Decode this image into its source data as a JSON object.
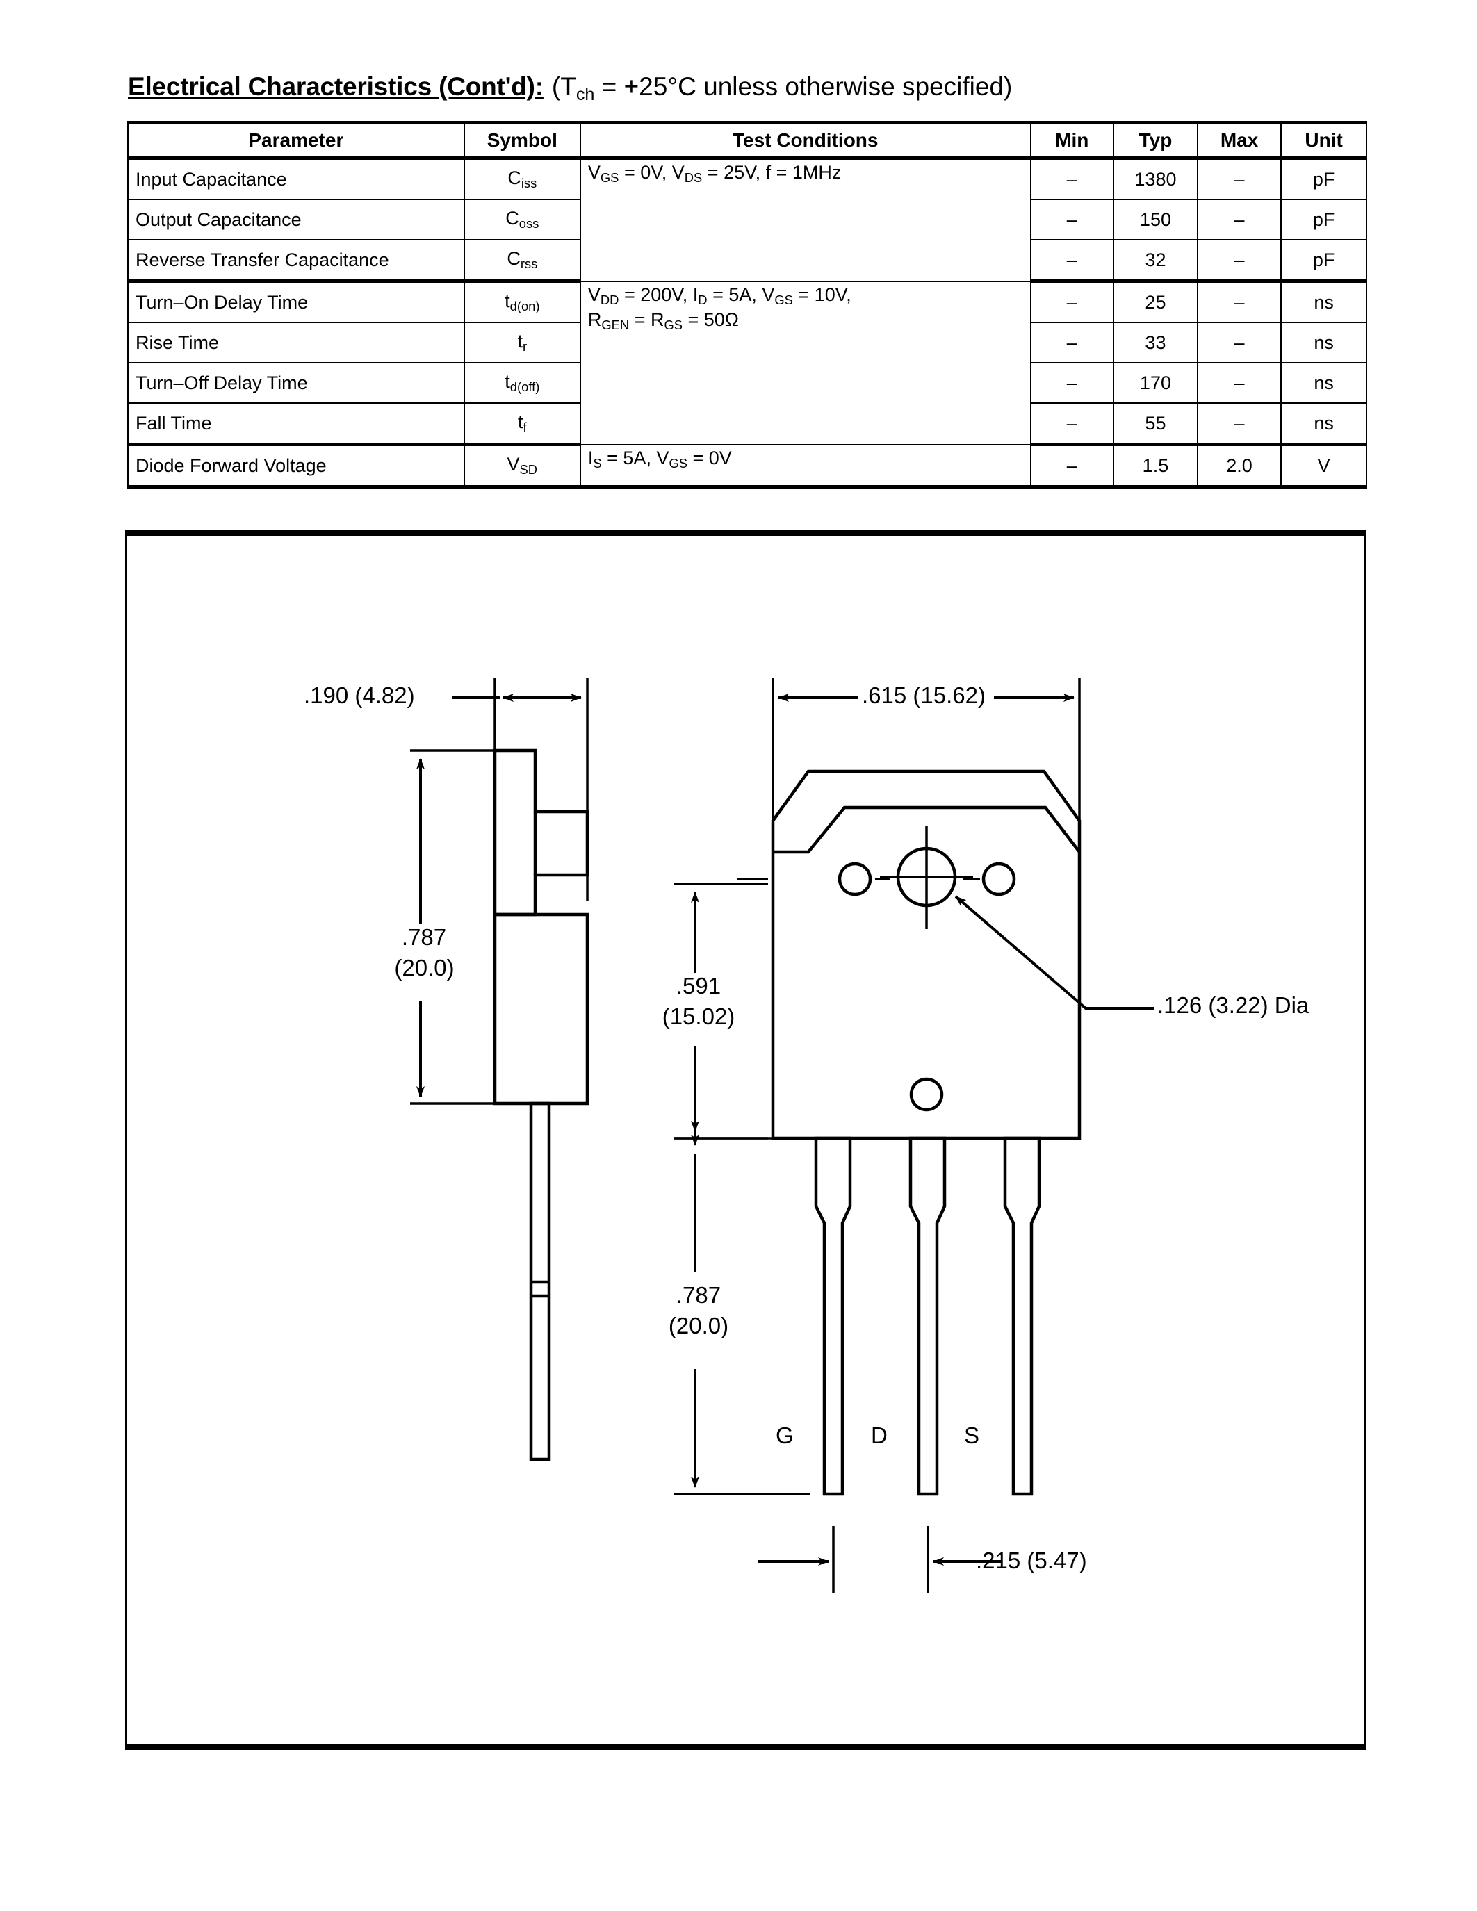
{
  "heading": {
    "title": "Electrical Characteristics (Cont'd):",
    "condition_prefix": "(T",
    "condition_sub": "ch",
    "condition_suffix": " = +25°C unless otherwise specified)"
  },
  "table": {
    "headers": [
      "Parameter",
      "Symbol",
      "Test Conditions",
      "Min",
      "Typ",
      "Max",
      "Unit"
    ],
    "rows": [
      {
        "parameter": "Input Capacitance",
        "symbol_base": "C",
        "symbol_sub": "iss",
        "condition": "V|GS| = 0V, V|DS| = 25V, f = 1MHz",
        "min": "–",
        "typ": "1380",
        "max": "–",
        "unit": "pF"
      },
      {
        "parameter": "Output Capacitance",
        "symbol_base": "C",
        "symbol_sub": "oss",
        "condition": "",
        "min": "–",
        "typ": "150",
        "max": "–",
        "unit": "pF"
      },
      {
        "parameter": "Reverse Transfer Capacitance",
        "symbol_base": "C",
        "symbol_sub": "rss",
        "condition": "",
        "min": "–",
        "typ": "32",
        "max": "–",
        "unit": "pF"
      },
      {
        "parameter": "Turn–On Delay Time",
        "symbol_base": "t",
        "symbol_sub": "d(on)",
        "condition": "V|DD| = 200V, I|D| = 5A, V|GS| = 10V,\nR|GEN| = R|GS| = 50Ω",
        "min": "–",
        "typ": "25",
        "max": "–",
        "unit": "ns"
      },
      {
        "parameter": "Rise Time",
        "symbol_base": "t",
        "symbol_sub": "r",
        "condition": "",
        "min": "–",
        "typ": "33",
        "max": "–",
        "unit": "ns"
      },
      {
        "parameter": "Turn–Off Delay Time",
        "symbol_base": "t",
        "symbol_sub": "d(off)",
        "condition": "",
        "min": "–",
        "typ": "170",
        "max": "–",
        "unit": "ns"
      },
      {
        "parameter": "Fall Time",
        "symbol_base": "t",
        "symbol_sub": "f",
        "condition": "",
        "min": "–",
        "typ": "55",
        "max": "–",
        "unit": "ns"
      },
      {
        "parameter": "Diode Forward Voltage",
        "symbol_base": "V",
        "symbol_sub": "SD",
        "condition": "I|S| = 5A, V|GS| = 0V",
        "min": "–",
        "typ": "1.5",
        "max": "2.0",
        "unit": "V"
      }
    ]
  },
  "drawing": {
    "dimensions": {
      "side_thickness": ".190 (4.82)",
      "side_height_1": ".787",
      "side_height_2": "(20.0)",
      "front_width": ".615 (15.62)",
      "body_height_1": ".591",
      "body_height_2": "(15.02)",
      "lead_length_1": ".787",
      "lead_length_2": "(20.0)",
      "hole_dia": ".126 (3.22) Dia",
      "lead_pitch": ".215 (5.47)"
    },
    "pins": [
      "G",
      "D",
      "S"
    ]
  }
}
